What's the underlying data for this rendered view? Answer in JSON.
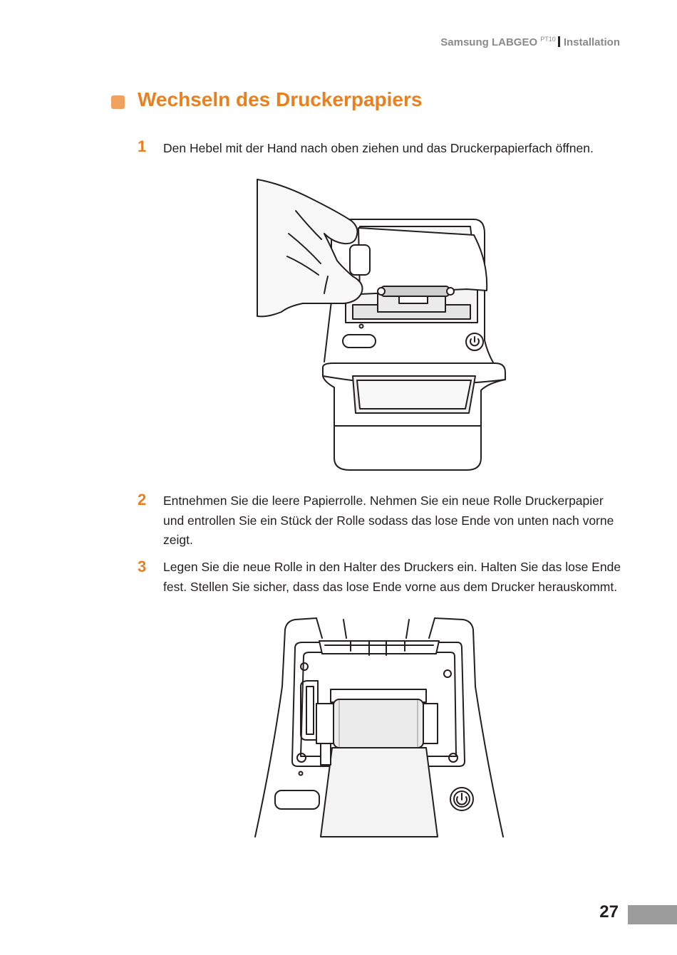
{
  "header": {
    "brand": "Samsung LABGEO",
    "model_sup": "PT10",
    "section": "Installation"
  },
  "title": "Wechseln des Druckerpapiers",
  "steps": [
    {
      "number": "1",
      "text": "Den Hebel mit der Hand nach oben ziehen und das Druckerpapierfach öffnen."
    },
    {
      "number": "2",
      "text": "Entnehmen Sie die leere Papierrolle. Nehmen Sie ein neue Rolle Druckerpapier und entrollen Sie ein Stück der Rolle sodass das lose Ende von unten nach vorne zeigt."
    },
    {
      "number": "3",
      "text": "Legen Sie die neue Rolle in den Halter des Druckers ein. Halten Sie das lose Ende fest. Stellen Sie sicher, dass das lose Ende vorne aus dem Drucker herauskommt."
    }
  ],
  "page_number": "27",
  "colors": {
    "accent": "#e8801f",
    "bullet": "#f0a160",
    "footer_bar": "#9b9b9b"
  }
}
